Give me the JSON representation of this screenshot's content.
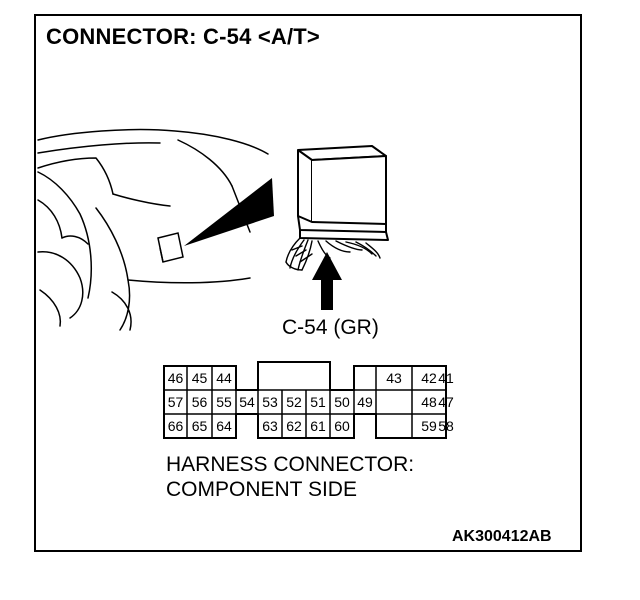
{
  "title": "CONNECTOR: C-54 <A/T>",
  "callout": "C-54 (GR)",
  "caption": [
    "HARNESS CONNECTOR:",
    "COMPONENT SIDE"
  ],
  "ref_code": "AK300412AB",
  "connector": {
    "pins": [
      {
        "label": "46",
        "row": 0,
        "col": 0
      },
      {
        "label": "45",
        "row": 0,
        "col": 1
      },
      {
        "label": "44",
        "row": 0,
        "col": 2
      },
      {
        "label": "43",
        "row": 0,
        "col": 9
      },
      {
        "label": "42",
        "row": 0,
        "col": 10
      },
      {
        "label": "41",
        "row": 0,
        "col": 11
      },
      {
        "label": "57",
        "row": 1,
        "col": 0
      },
      {
        "label": "56",
        "row": 1,
        "col": 1
      },
      {
        "label": "55",
        "row": 1,
        "col": 2
      },
      {
        "label": "54",
        "row": 1,
        "col": 3
      },
      {
        "label": "53",
        "row": 1,
        "col": 4
      },
      {
        "label": "52",
        "row": 1,
        "col": 5
      },
      {
        "label": "51",
        "row": 1,
        "col": 6
      },
      {
        "label": "50",
        "row": 1,
        "col": 7
      },
      {
        "label": "49",
        "row": 1,
        "col": 8
      },
      {
        "label": "48",
        "row": 1,
        "col": 10
      },
      {
        "label": "47",
        "row": 1,
        "col": 11
      },
      {
        "label": "66",
        "row": 2,
        "col": 0
      },
      {
        "label": "65",
        "row": 2,
        "col": 1
      },
      {
        "label": "64",
        "row": 2,
        "col": 2
      },
      {
        "label": "63",
        "row": 2,
        "col": 4
      },
      {
        "label": "62",
        "row": 2,
        "col": 5
      },
      {
        "label": "61",
        "row": 2,
        "col": 6
      },
      {
        "label": "60",
        "row": 2,
        "col": 7
      },
      {
        "label": "59",
        "row": 2,
        "col": 10
      },
      {
        "label": "58",
        "row": 2,
        "col": 11
      }
    ]
  }
}
